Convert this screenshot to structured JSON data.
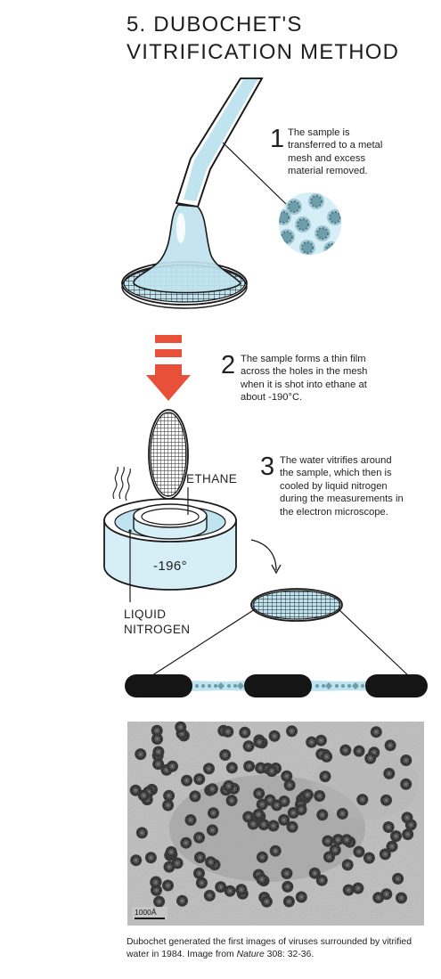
{
  "title": {
    "line1": "5. DUBOCHET'S",
    "line2": "VITRIFICATION METHOD"
  },
  "steps": [
    {
      "number": "1",
      "text": "The sample is transferred to a metal mesh and excess material removed."
    },
    {
      "number": "2",
      "text": "The sample forms a thin film across the holes in the mesh when it is shot into ethane at about -190°C."
    },
    {
      "number": "3",
      "text": "The water vitrifies around the sample, which then is cooled by liquid nitrogen during the measurements in the electron microscope."
    }
  ],
  "labels": {
    "ethane": "ETHANE",
    "temperature": "-196°",
    "liquid_nitrogen_line1": "LIQUID",
    "liquid_nitrogen_line2": "NITROGEN"
  },
  "micrograph": {
    "scale_bar": "1000Å"
  },
  "caption": {
    "before": "Dubochet generated the first images of viruses surrounded by vitrified water in 1984. Image from ",
    "journal": "Nature",
    "after": " 308: 32-36."
  },
  "colors": {
    "liquid_blue": "#bfe3ef",
    "arrow_red": "#e8503a",
    "ink": "#1a1a1a"
  }
}
